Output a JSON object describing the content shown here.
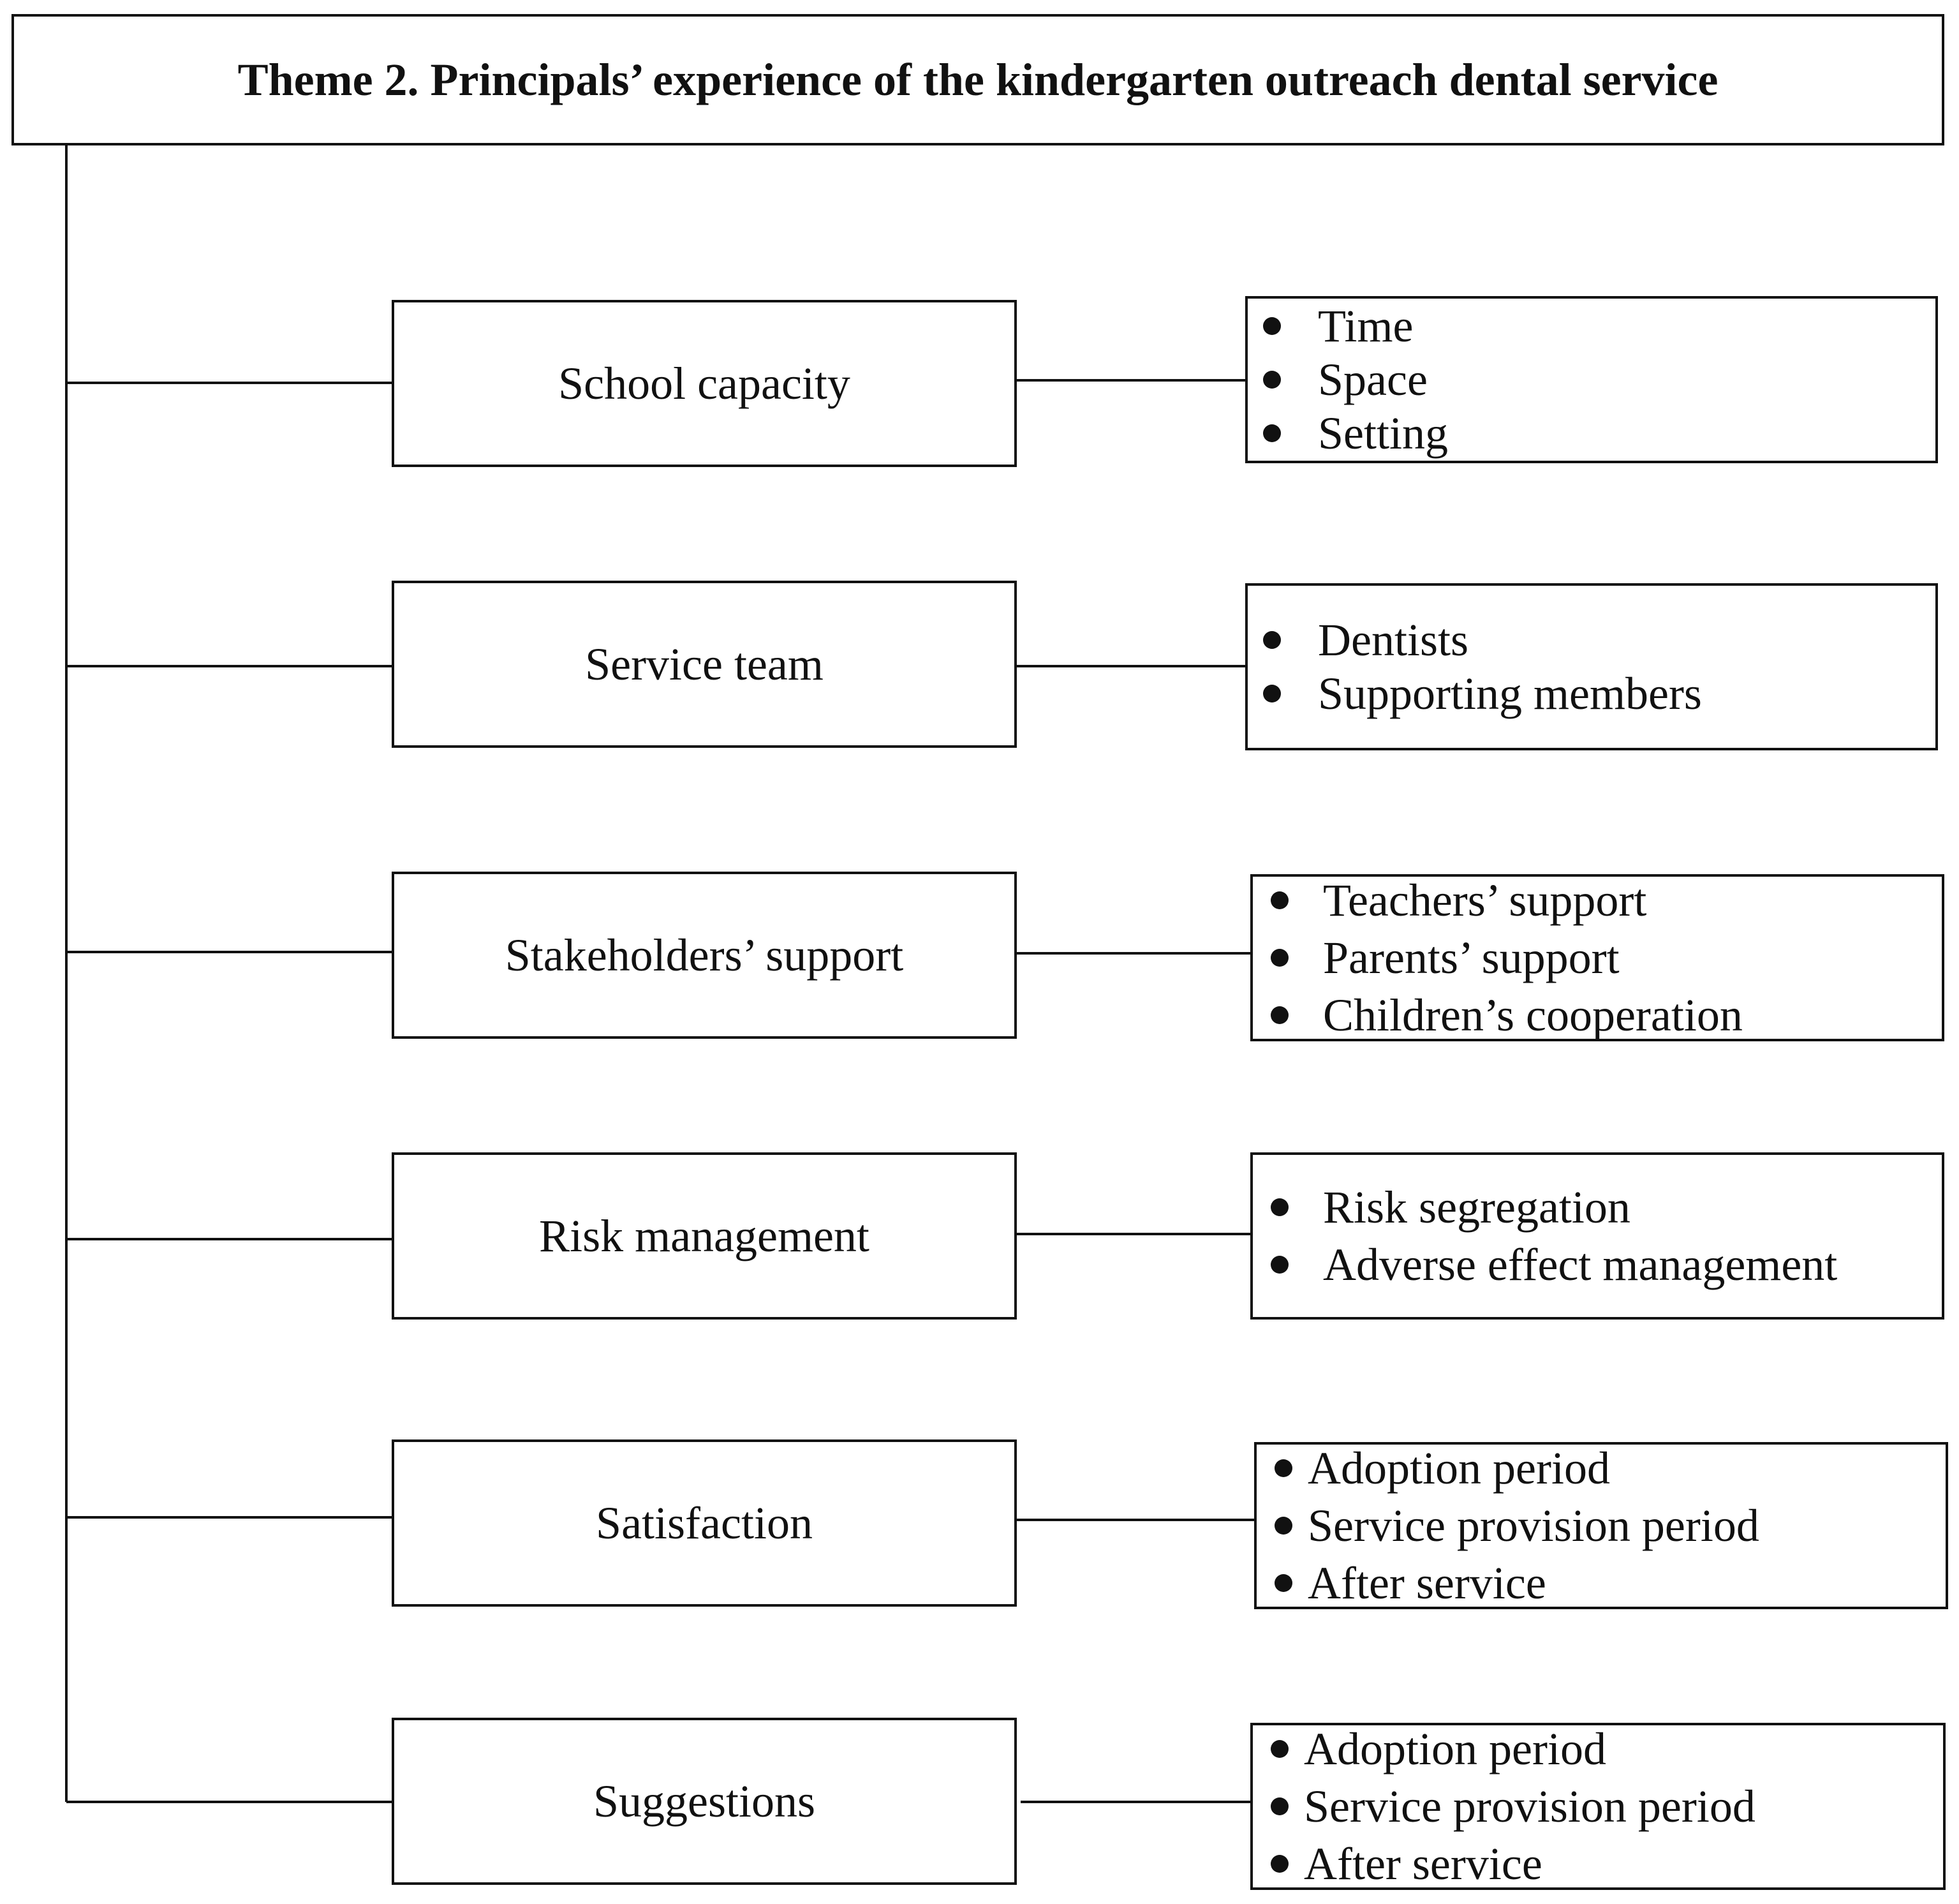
{
  "theme_title": "Theme 2. Principals’ experience of the kindergarten outreach dental service",
  "categories": [
    {
      "label": "School capacity",
      "items": [
        "Time",
        "Space",
        "Setting"
      ]
    },
    {
      "label": "Service team",
      "items": [
        "Dentists",
        "Supporting members"
      ]
    },
    {
      "label": "Stakeholders’ support",
      "items": [
        "Teachers’ support",
        "Parents’ support",
        "Children’s cooperation"
      ]
    },
    {
      "label": "Risk management",
      "items": [
        "Risk segregation",
        "Adverse effect management"
      ]
    },
    {
      "label": "Satisfaction",
      "items": [
        "Adoption period",
        "Service provision period",
        "After service"
      ]
    },
    {
      "label": "Suggestions",
      "items": [
        "Adoption period",
        "Service provision period",
        "After service"
      ]
    }
  ]
}
